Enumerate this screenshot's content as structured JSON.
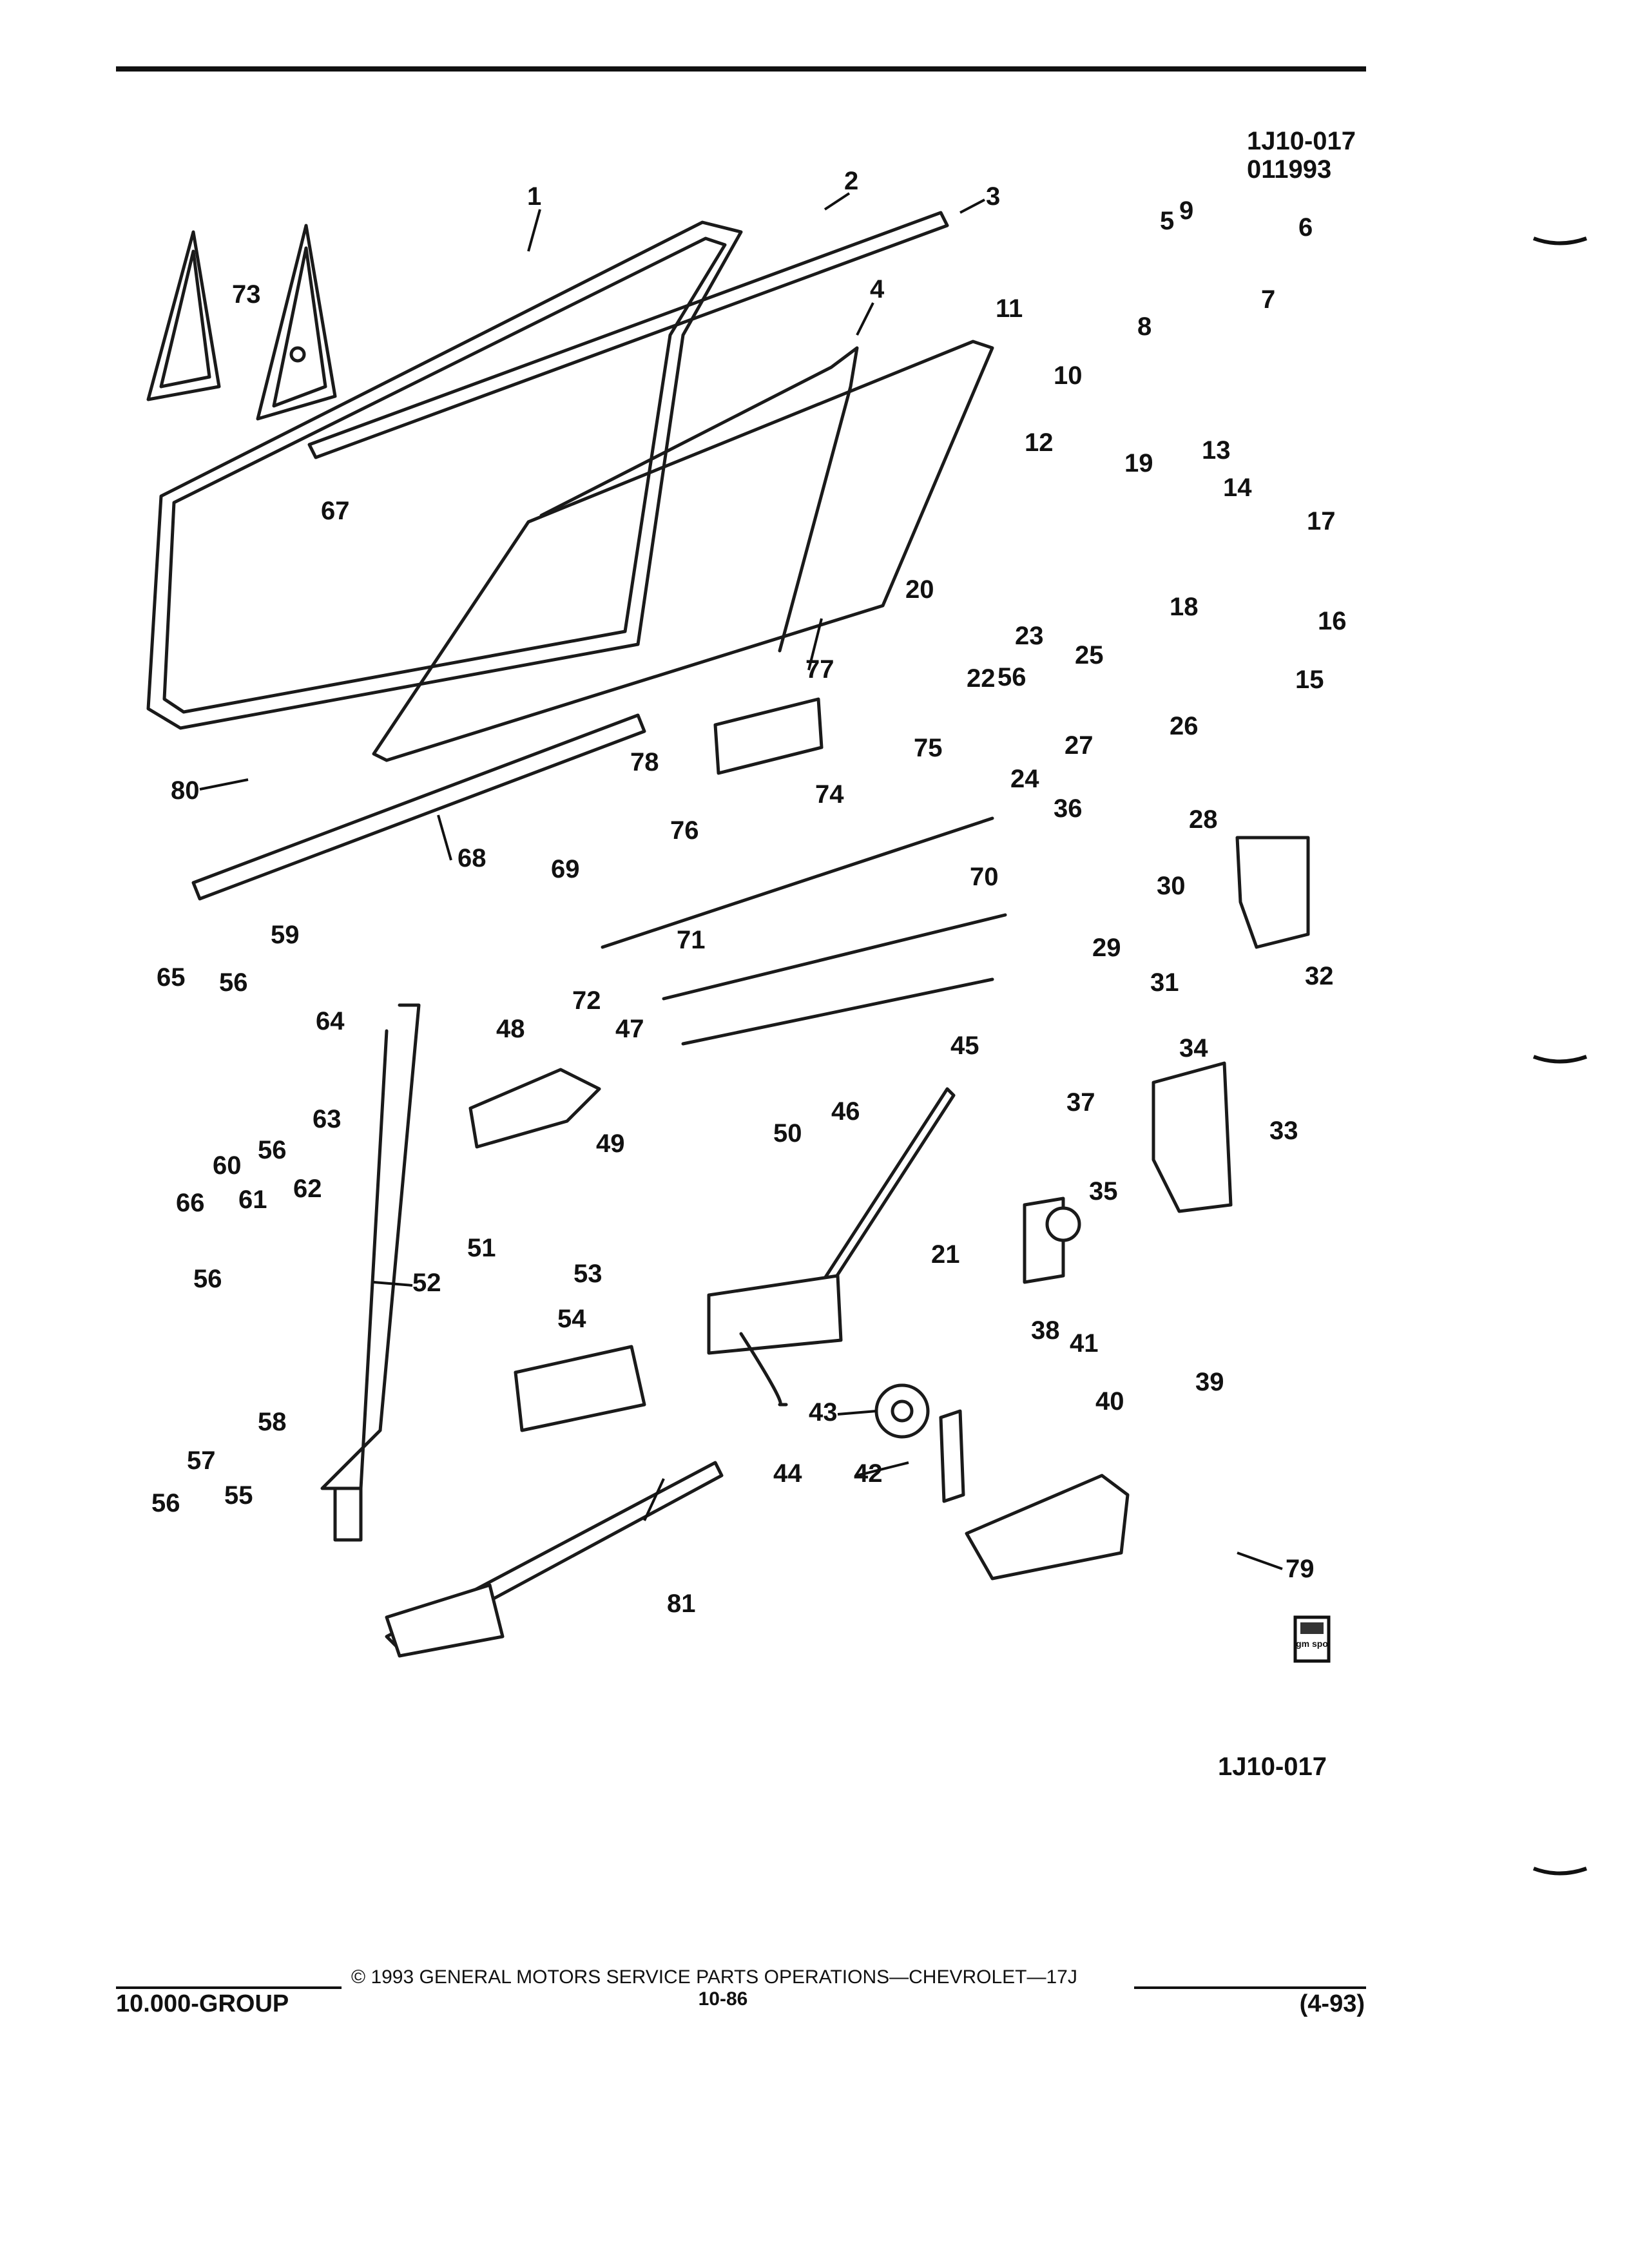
{
  "diagram": {
    "drawing_id": "1J10-017",
    "drawing_date": "011993",
    "bottom_code": "1J10-017",
    "callouts": [
      "1",
      "2",
      "3",
      "4",
      "5",
      "6",
      "7",
      "8",
      "9",
      "10",
      "11",
      "12",
      "13",
      "14",
      "15",
      "16",
      "17",
      "18",
      "19",
      "20",
      "21",
      "22",
      "23",
      "24",
      "25",
      "26",
      "27",
      "28",
      "29",
      "30",
      "31",
      "32",
      "33",
      "34",
      "35",
      "36",
      "37",
      "38",
      "39",
      "40",
      "41",
      "42",
      "43",
      "44",
      "45",
      "46",
      "47",
      "48",
      "49",
      "50",
      "51",
      "52",
      "53",
      "54",
      "55",
      "56",
      "56",
      "56",
      "56",
      "56",
      "57",
      "58",
      "59",
      "60",
      "61",
      "62",
      "63",
      "64",
      "65",
      "66",
      "67",
      "68",
      "69",
      "70",
      "71",
      "72",
      "73",
      "74",
      "75",
      "76",
      "77",
      "78",
      "79",
      "80",
      "81"
    ],
    "logo_text": "gm spo"
  },
  "footer": {
    "copyright": "© 1993 GENERAL MOTORS SERVICE PARTS OPERATIONS—CHEVROLET—17J",
    "group": "10.000-GROUP",
    "page": "10-86",
    "revision": "(4-93)"
  }
}
